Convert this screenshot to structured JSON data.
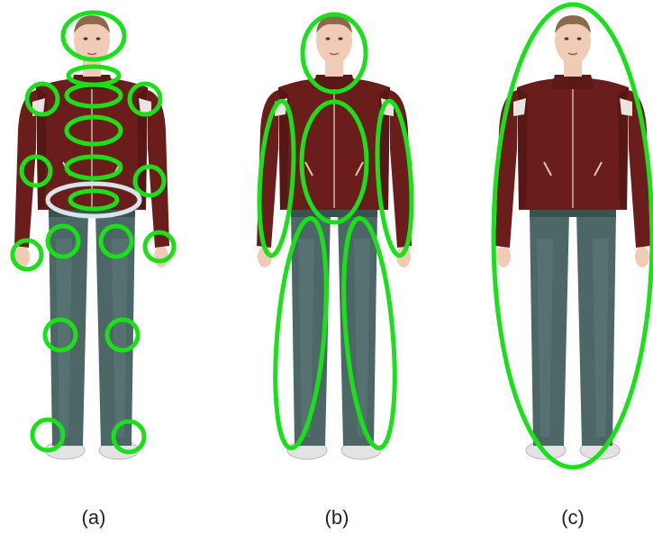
{
  "panels": [
    {
      "caption": "(a)"
    },
    {
      "caption": "(b)"
    },
    {
      "caption": "(c)"
    }
  ],
  "colors": {
    "marker": "#19e019",
    "marker_alt": "#d8e4ec",
    "jacket": "#6b1d1b",
    "jacket_dark": "#4a1412",
    "jeans": "#4d6767",
    "jeans_dark": "#3a5252",
    "skin": "#f0cbb6",
    "hair": "#8a6a4a",
    "shoe": "#e3e3e6",
    "caption_text": "#231f20"
  }
}
